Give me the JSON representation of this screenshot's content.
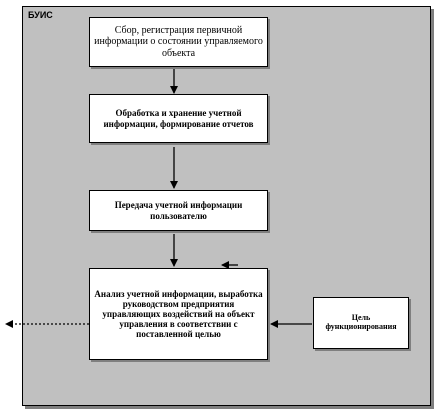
{
  "diagram": {
    "title": "БУИС",
    "nodes": [
      {
        "id": "collect",
        "text": "Сбор, регистрация первичной информации о состоянии управляемого объекта"
      },
      {
        "id": "process",
        "text": "Обработка и хранение учетной информации, формирование отчетов"
      },
      {
        "id": "transfer",
        "text": "Передача учетной информации пользователю"
      },
      {
        "id": "analysis",
        "text": "Анализ учетной информации, выработка руководством предприятия управляющих воздействий на объект управления в соответствии с поставленной целью"
      },
      {
        "id": "goal",
        "text": "Цель функционирования"
      }
    ],
    "edges": [
      {
        "from": "collect",
        "to": "process"
      },
      {
        "from": "process",
        "to": "transfer"
      },
      {
        "from": "transfer",
        "to": "analysis"
      },
      {
        "from": "goal",
        "to": "analysis"
      },
      {
        "from": "analysis",
        "to": "outside",
        "style": "dotted"
      }
    ]
  }
}
